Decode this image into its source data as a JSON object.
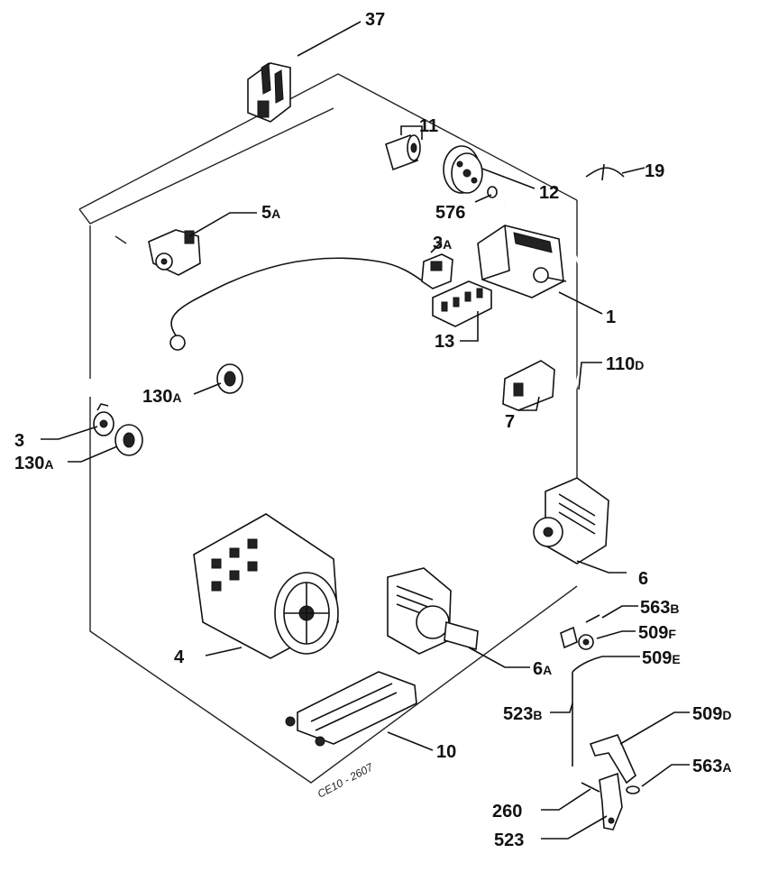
{
  "callouts": {
    "c37": "37",
    "c11": "11",
    "c19": "19",
    "c12": "12",
    "c576": "576",
    "c5a": "5",
    "c5a_sub": "A",
    "c3a": "3",
    "c3a_sub": "A",
    "c1": "1",
    "c13": "13",
    "c110d": "110",
    "c110d_sub": "D",
    "c130a_1": "130",
    "c130a_1_sub": "A",
    "c3": "3",
    "c130a_2": "130",
    "c130a_2_sub": "A",
    "c7": "7",
    "c6": "6",
    "c563b": "563",
    "c563b_sub": "B",
    "c509f": "509",
    "c509f_sub": "F",
    "c509e": "509",
    "c509e_sub": "E",
    "c4": "4",
    "c6a": "6",
    "c6a_sub": "A",
    "c523b": "523",
    "c523b_sub": "B",
    "c509d": "509",
    "c509d_sub": "D",
    "c10": "10",
    "c563a": "563",
    "c563a_sub": "A",
    "c260": "260",
    "c523": "523"
  },
  "drawing_code": "CE10 - 2607"
}
